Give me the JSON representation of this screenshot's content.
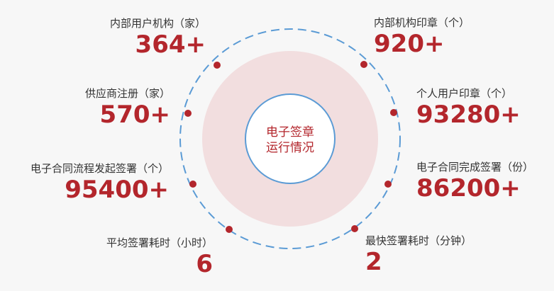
{
  "colors": {
    "background": "#f7f7f7",
    "accent": "#b3262c",
    "ring_fill": "#f2dedf",
    "dashed_ring": "#5b9bd5",
    "inner_ring": "#5b9bd5",
    "label_text": "#333333"
  },
  "center": {
    "line1": "电子签章",
    "line2": "运行情况"
  },
  "stats": {
    "internal_users": {
      "label": "内部用户机构（家）",
      "value": "364+"
    },
    "suppliers": {
      "label": "供应商注册（家）",
      "value": "570+"
    },
    "contract_initiated": {
      "label": "电子合同流程发起签署（个）",
      "value": "95400+"
    },
    "avg_sign_time": {
      "label": "平均签署耗时（小时）",
      "value": "6"
    },
    "internal_seals": {
      "label": "内部机构印章（个）",
      "value": "920+"
    },
    "personal_seals": {
      "label": "个人用户印章（个）",
      "value": "93280+"
    },
    "contract_completed": {
      "label": "电子合同完成签署（份）",
      "value": "86200+"
    },
    "fastest_sign_time": {
      "label": "最快签署耗时（分钟）",
      "value": "2"
    }
  }
}
